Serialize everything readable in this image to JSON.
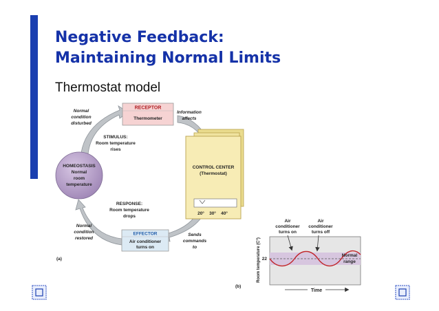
{
  "slide": {
    "title_line1": "Negative Feedback:",
    "title_line2": "Maintaining Normal Limits",
    "subtitle": "Thermostat model"
  },
  "diagram_a": {
    "panel_label": "(a)",
    "receptor_title": "RECEPTOR",
    "receptor_body": "Thermometer",
    "homeostasis": [
      "HOMEOSTASIS",
      "Normal",
      "room",
      "temperature"
    ],
    "normal_disturbed": [
      "Normal",
      "condition",
      "disturbed"
    ],
    "stimulus": [
      "STIMULUS:",
      "Room temperature",
      "rises"
    ],
    "information": [
      "Information",
      "affects"
    ],
    "control_center_title": "CONTROL CENTER",
    "control_center_sub": "(Thermostat)",
    "dial_labels": [
      "20°",
      "30°",
      "40°"
    ],
    "response": [
      "RESPONSE:",
      "Room temperature",
      "drops"
    ],
    "normal_restored": [
      "Normal",
      "condition",
      "restored"
    ],
    "effector_title": "EFFECTOR",
    "effector_body": [
      "Air conditioner",
      "turns on"
    ],
    "sends": [
      "Sends",
      "commands",
      "to"
    ]
  },
  "diagram_b": {
    "panel_label": "(b)",
    "ylabel": "Room temperature (C°)",
    "xlabel": "Time",
    "setpoint_label": "22",
    "ac_on": [
      "Air",
      "conditioner",
      "turns on"
    ],
    "ac_off": [
      "Air",
      "conditioner",
      "turns off"
    ],
    "normal_range": [
      "Normal",
      "range"
    ]
  },
  "colors": {
    "title_blue": "#1532a8",
    "receptor_fill": "#f6d3d3",
    "effector_fill": "#dceaf4",
    "homeostasis_fill": "#b9a3c9",
    "cycle_arrow": "#bfc3c7",
    "thermostat_fill": "#f3e6a3",
    "normal_band": "#d7c6df",
    "wave": "#c0242a"
  }
}
